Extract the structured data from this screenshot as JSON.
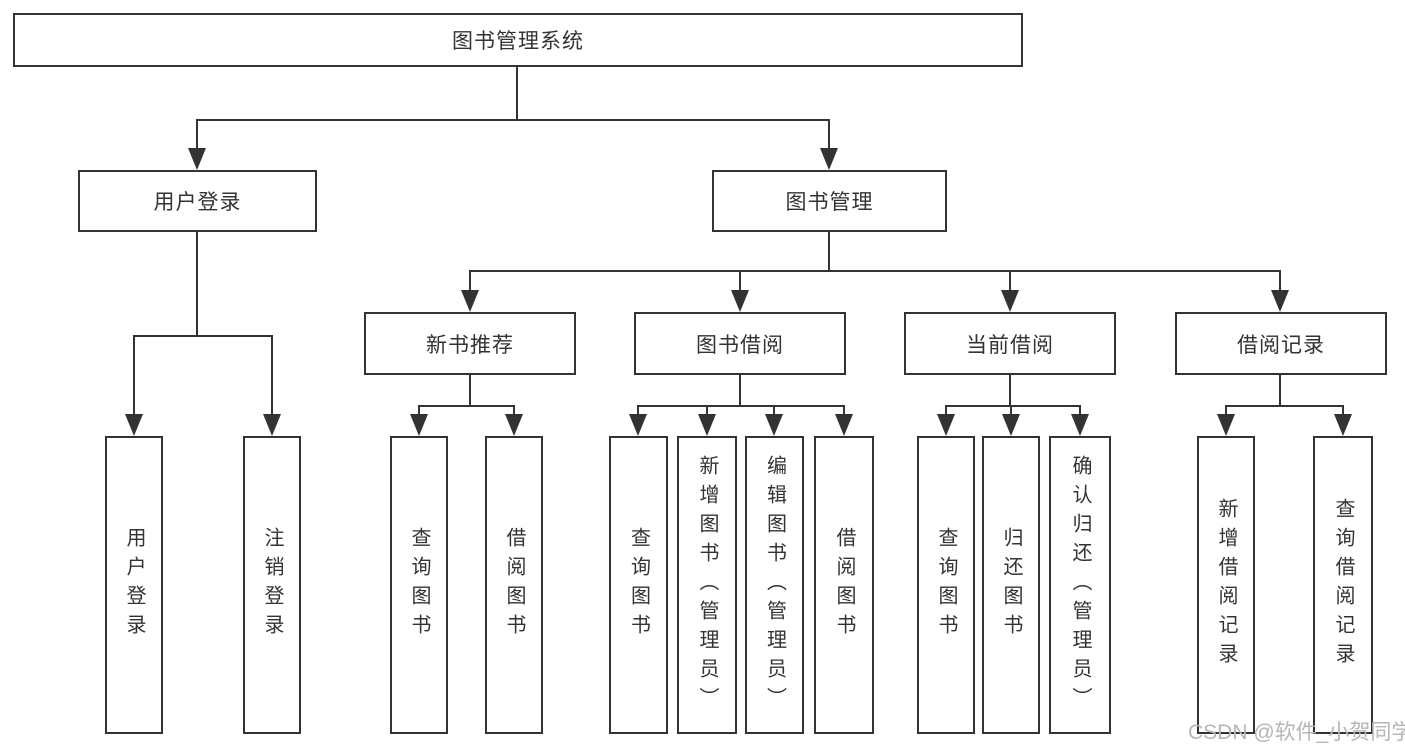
{
  "colors": {
    "line": "#333333",
    "text": "#333333",
    "background": "#ffffff",
    "watermark": "#b6b6b6"
  },
  "watermark": {
    "text": "CSDN @软件_小贺同学"
  },
  "tree": {
    "label": "图书管理系统",
    "children": [
      {
        "label": "用户登录",
        "children": [
          {
            "label": "用户登录"
          },
          {
            "label": "注销登录"
          }
        ]
      },
      {
        "label": "图书管理",
        "children": [
          {
            "label": "新书推荐",
            "children": [
              {
                "label": "查询图书"
              },
              {
                "label": "借阅图书"
              }
            ]
          },
          {
            "label": "图书借阅",
            "children": [
              {
                "label": "查询图书"
              },
              {
                "label": "新增图书（管理员）"
              },
              {
                "label": "编辑图书（管理员）"
              },
              {
                "label": "借阅图书"
              }
            ]
          },
          {
            "label": "当前借阅",
            "children": [
              {
                "label": "查询图书"
              },
              {
                "label": "归还图书"
              },
              {
                "label": "确认归还（管理员）"
              }
            ]
          },
          {
            "label": "借阅记录",
            "children": [
              {
                "label": "新增借阅记录"
              },
              {
                "label": "查询借阅记录"
              }
            ]
          }
        ]
      }
    ]
  }
}
